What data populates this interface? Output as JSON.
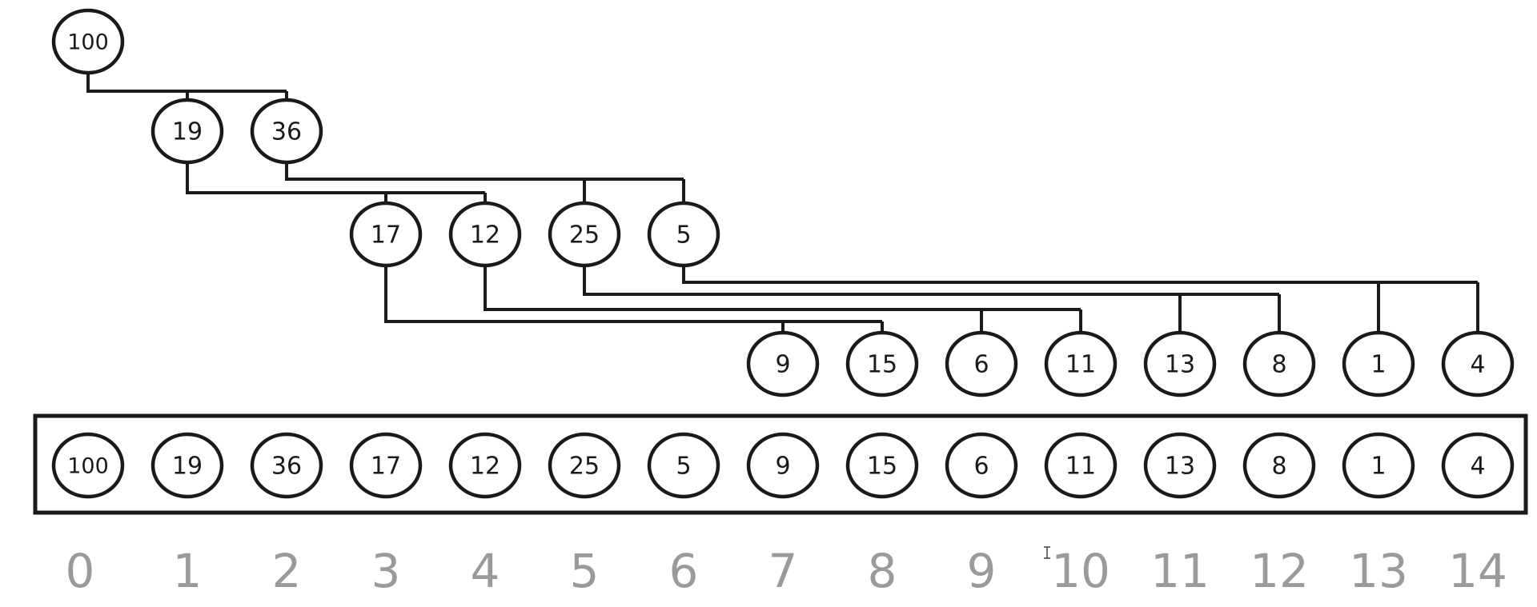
{
  "tree": {
    "values": [
      "100",
      "19",
      "36",
      "17",
      "12",
      "25",
      "5",
      "9",
      "15",
      "6",
      "11",
      "13",
      "8",
      "1",
      "4"
    ]
  },
  "array": {
    "values": [
      "100",
      "19",
      "36",
      "17",
      "12",
      "25",
      "5",
      "9",
      "15",
      "6",
      "11",
      "13",
      "8",
      "1",
      "4"
    ]
  },
  "indices": [
    "0",
    "1",
    "2",
    "3",
    "4",
    "5",
    "6",
    "7",
    "8",
    "9",
    "10",
    "11",
    "12",
    "13",
    "14"
  ],
  "colors": {
    "stroke": "#1a1a1a",
    "index_text": "#9a9a9a",
    "background": "#ffffff"
  }
}
